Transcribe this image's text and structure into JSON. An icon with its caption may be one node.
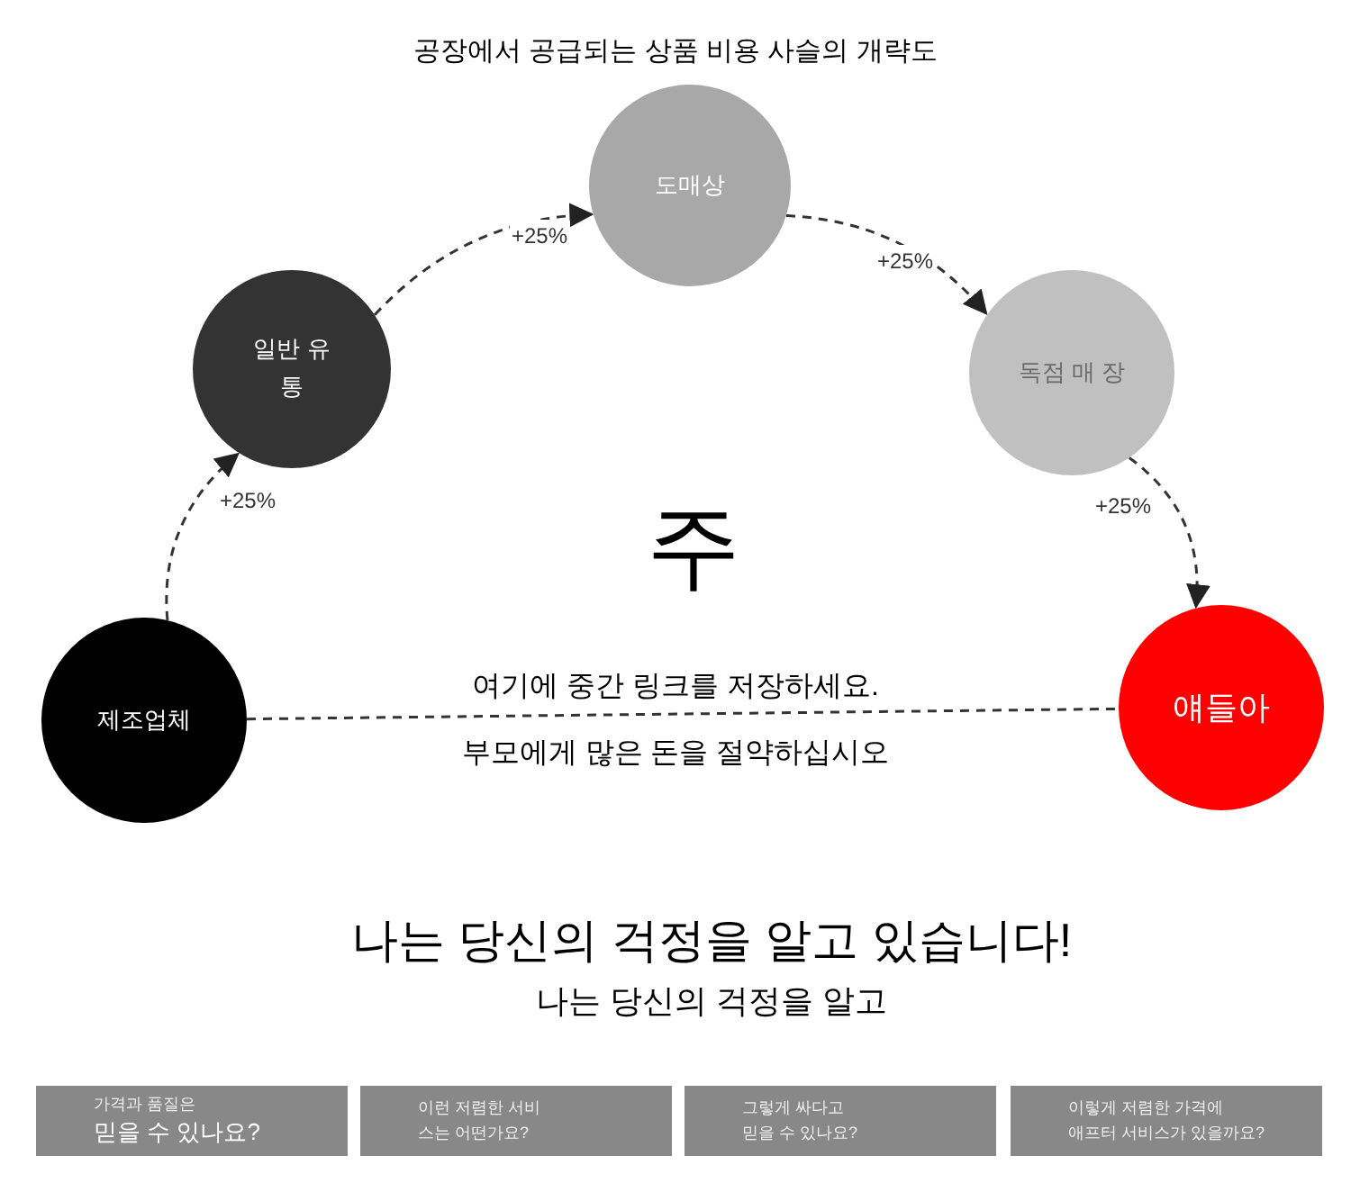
{
  "diagram": {
    "title": "공장에서 공급되는 상품 비용 사슬의 개략도",
    "nodes": [
      {
        "text": [
          "제조업체"
        ]
      },
      {
        "text": [
          "일반 유통"
        ]
      },
      {
        "text": [
          "도매상"
        ]
      },
      {
        "text": [
          "독점 매 장"
        ]
      },
      {
        "text": [
          "얘들아"
        ]
      },
      {
        "text": [
          "가격과 품질은",
          "믿을 수 있나요?"
        ]
      },
      {
        "text": [
          "이런 저렴한 서비",
          "스는 어떤가요?"
        ]
      },
      {
        "text": [
          "그렇게 싸다고",
          "믿을 수 있나요?"
        ]
      },
      {
        "text": [
          "이렇게 저렴한 가격에",
          "애프터 서비스가 있을까요?"
        ]
      }
    ],
    "edges": [
      {
        "from": 0,
        "to": 1,
        "arrow": "to",
        "label": "+25%",
        "style": "dashed"
      },
      {
        "from": 1,
        "to": 2,
        "arrow": "to",
        "label": "+25%",
        "style": "dashed"
      },
      {
        "from": 2,
        "to": 3,
        "arrow": "to",
        "label": "+25%",
        "style": "dashed"
      },
      {
        "from": 3,
        "to": 4,
        "arrow": "to",
        "label": "+25%",
        "style": "dashed"
      },
      {
        "from": 0,
        "to": 4,
        "arrow": "none",
        "style": "dashed"
      }
    ],
    "labels": [
      "주",
      "여기에 중간 링크를 저장하세요.",
      "부모에게 많은 돈을 절약하십시오",
      "나는 당신의 걱정을 알고 있습니다!",
      "나는 당신의 걱정을 알고"
    ]
  }
}
